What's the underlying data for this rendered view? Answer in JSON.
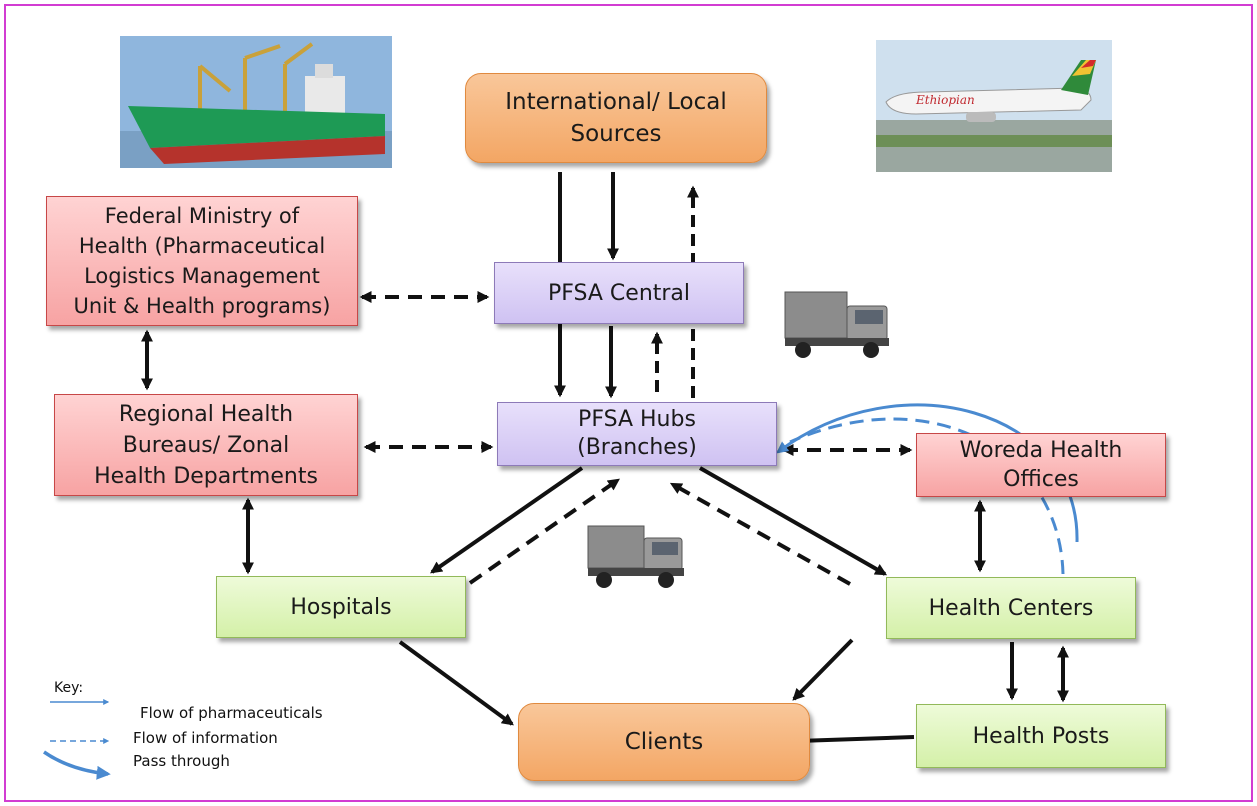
{
  "nodes": {
    "sources": "International/ Local\nSources",
    "fmoh": "Federal Ministry of\nHealth (Pharmaceutical\nLogistics Management\nUnit & Health programs)",
    "central": "PFSA Central",
    "rhb": "Regional Health\nBureaus/ Zonal\nHealth Departments",
    "hubs": "PFSA Hubs\n(Branches)",
    "woreda": "Woreda Health\nOffices",
    "hospitals": "Hospitals",
    "centers": "Health Centers",
    "posts": "Health Posts",
    "clients": "Clients"
  },
  "images": {
    "ship": "cargo-ship",
    "plane": "ethiopian-airlines-plane",
    "plane_livery": "Ethiopian",
    "truck": "delivery-truck"
  },
  "key": {
    "title": "Key:",
    "pharma": "Flow of pharmaceuticals",
    "info": "Flow of information",
    "pass": "Pass through"
  },
  "colors": {
    "frame": "#d23cd2",
    "orange": "#f3a664",
    "red": "#f7a3a3",
    "purple": "#cfc2f2",
    "green": "#d4f0a8",
    "blue": "#4a8ad0"
  }
}
